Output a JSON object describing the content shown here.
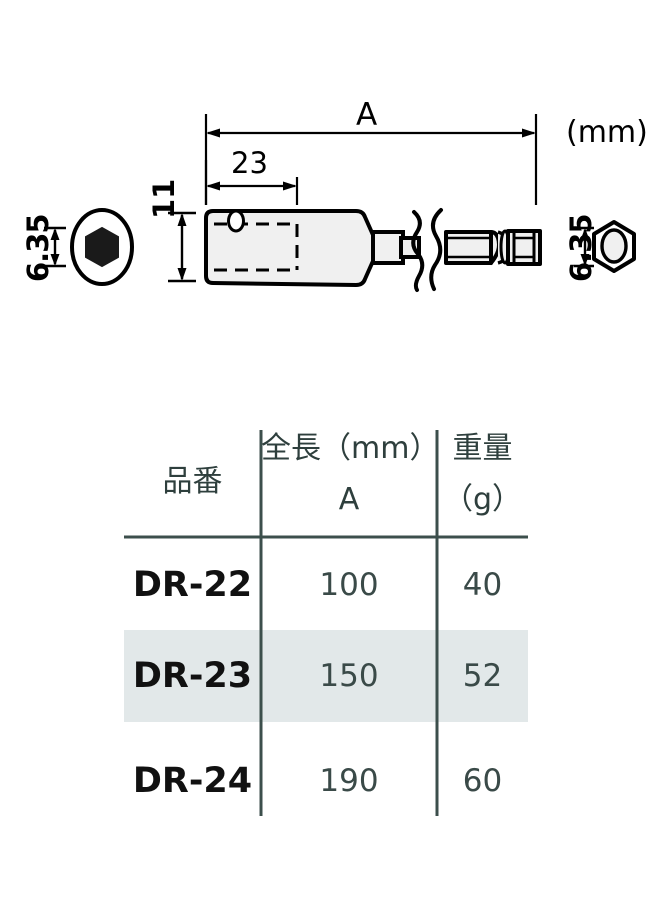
{
  "document": {
    "kind": "technical-drawing",
    "unit_note": "(mm)"
  },
  "drawing": {
    "dimensions": {
      "overall_length_label": "A",
      "socket_depth_label": "23",
      "body_diameter_label": "11",
      "hex_across_flats_left_label": "6.35",
      "hex_across_flats_right_label": "6.35"
    },
    "views": {
      "left_end_view_name": "hex-socket-end-view",
      "side_view_name": "socket-adapter-side-view",
      "right_end_view_name": "hex-shank-end-view"
    },
    "colors": {
      "outline": "#000000",
      "body_fill": "#f0f0f0",
      "hidden_line": "#000000"
    }
  },
  "table": {
    "headers": [
      {
        "label": "品番",
        "sub": ""
      },
      {
        "label": "全長（mm）",
        "sub": "A"
      },
      {
        "label": "重量",
        "sub": "（g）"
      }
    ],
    "rows": [
      {
        "part_no": "DR-22",
        "length": "100",
        "weight": "40",
        "highlighted": false
      },
      {
        "part_no": "DR-23",
        "length": "150",
        "weight": "52",
        "highlighted": true
      },
      {
        "part_no": "DR-24",
        "length": "190",
        "weight": "60",
        "highlighted": false
      }
    ],
    "colors": {
      "rule": "#3c4f4c",
      "header_text": "#2e3f3d",
      "part_text": "#111111",
      "value_text": "#3a4a48",
      "highlight_row_bg": "#e2e8e9"
    }
  }
}
